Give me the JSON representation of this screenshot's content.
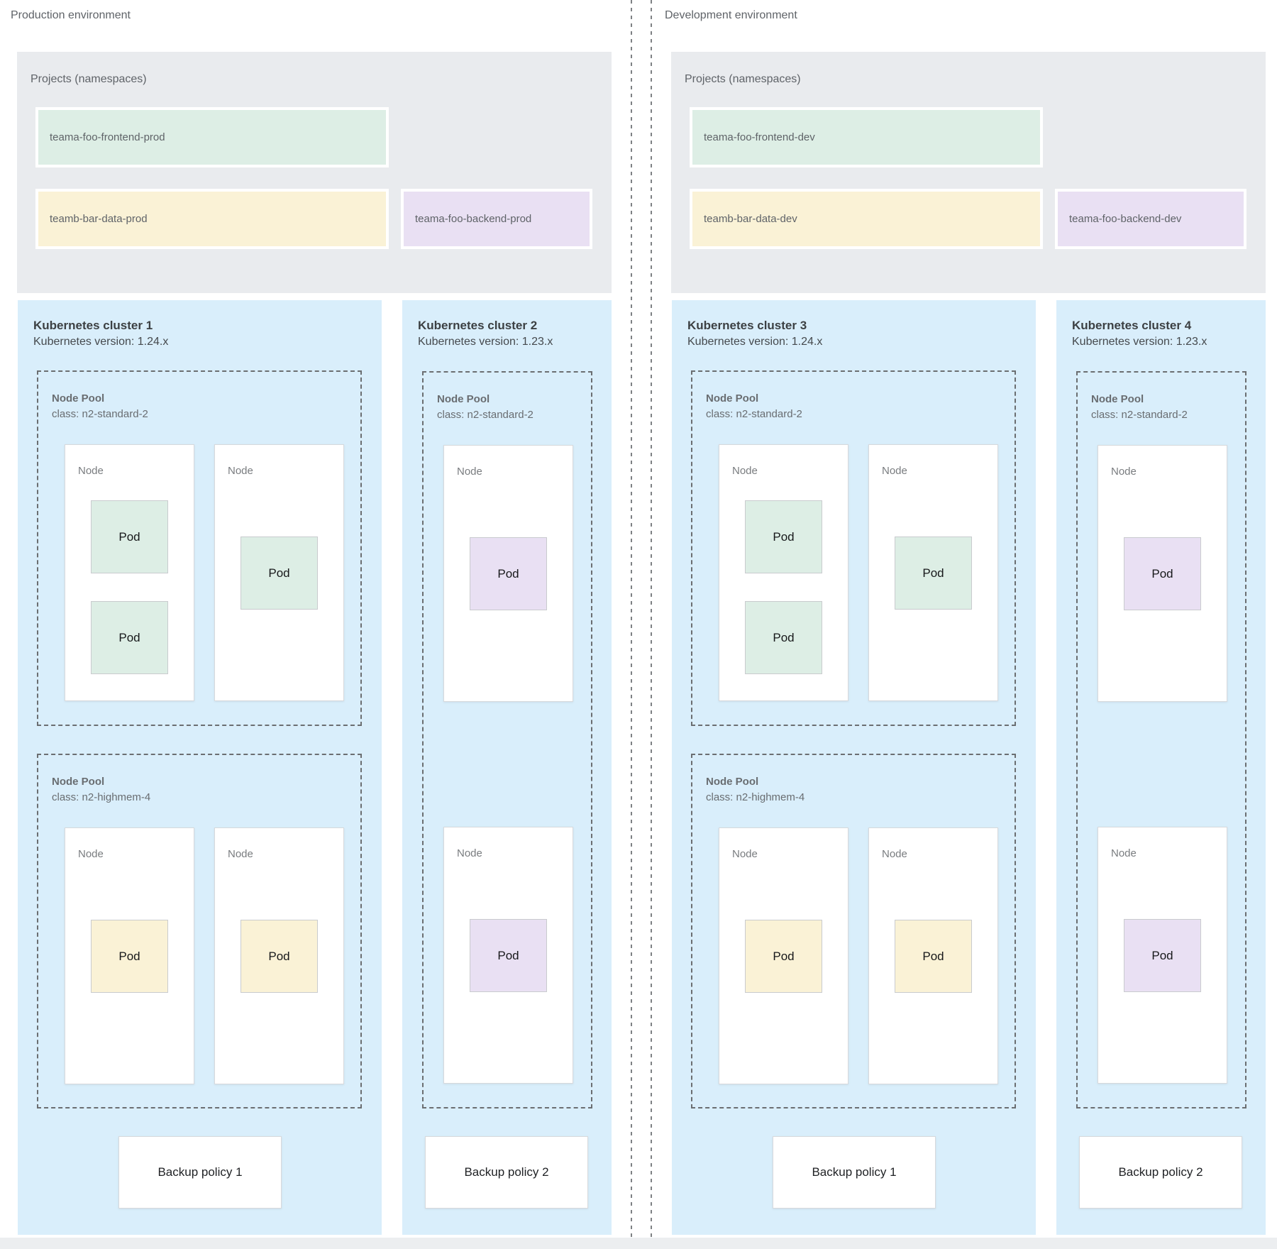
{
  "colors": {
    "cluster_bg": "#d9eefb",
    "projects_bg": "#e9ebee",
    "namespace_green": "#ddeee5",
    "namespace_yellow": "#faf2d6",
    "namespace_purple": "#e9e0f3",
    "footer_strip": "#eceef0"
  },
  "environments": [
    {
      "label": "Production environment",
      "projects": {
        "title": "Projects (namespaces)",
        "namespaces": [
          {
            "name": "teama-foo-frontend-prod",
            "color": "green"
          },
          {
            "name": "teamb-bar-data-prod",
            "color": "yellow"
          },
          {
            "name": "teama-foo-backend-prod",
            "color": "purple"
          }
        ]
      },
      "clusters": [
        {
          "kind": "wide",
          "title": "Kubernetes cluster 1",
          "version": "Kubernetes version: 1.24.x",
          "backup_policy": "Backup policy 1",
          "pools": [
            {
              "title": "Node Pool",
              "class": "class: n2-standard-2",
              "nodes": [
                {
                  "label": "Node",
                  "pods": [
                    {
                      "label": "Pod",
                      "color": "green",
                      "slot": "top"
                    },
                    {
                      "label": "Pod",
                      "color": "green",
                      "slot": "bottom"
                    }
                  ]
                },
                {
                  "label": "Node",
                  "pods": [
                    {
                      "label": "Pod",
                      "color": "green",
                      "slot": "mid"
                    }
                  ]
                }
              ]
            },
            {
              "title": "Node Pool",
              "class": "class: n2-highmem-4",
              "nodes": [
                {
                  "label": "Node",
                  "pods": [
                    {
                      "label": "Pod",
                      "color": "yellow",
                      "slot": "mid"
                    }
                  ]
                },
                {
                  "label": "Node",
                  "pods": [
                    {
                      "label": "Pod",
                      "color": "yellow",
                      "slot": "mid"
                    }
                  ]
                }
              ]
            }
          ]
        },
        {
          "kind": "narrow",
          "title": "Kubernetes cluster 2",
          "version": "Kubernetes version: 1.23.x",
          "backup_policy": "Backup policy 2",
          "pools": [
            {
              "title": "Node Pool",
              "class": "class: n2-standard-2",
              "nodes": [
                {
                  "label": "Node",
                  "pods": [
                    {
                      "label": "Pod",
                      "color": "purple",
                      "slot": "mid"
                    }
                  ]
                },
                {
                  "label": "Node",
                  "pods": [
                    {
                      "label": "Pod",
                      "color": "purple",
                      "slot": "mid"
                    }
                  ]
                }
              ]
            }
          ]
        }
      ]
    },
    {
      "label": "Development environment",
      "projects": {
        "title": "Projects (namespaces)",
        "namespaces": [
          {
            "name": "teama-foo-frontend-dev",
            "color": "green"
          },
          {
            "name": "teamb-bar-data-dev",
            "color": "yellow"
          },
          {
            "name": "teama-foo-backend-dev",
            "color": "purple"
          }
        ]
      },
      "clusters": [
        {
          "kind": "wide",
          "title": "Kubernetes cluster 3",
          "version": "Kubernetes version: 1.24.x",
          "backup_policy": "Backup policy 1",
          "pools": [
            {
              "title": "Node Pool",
              "class": "class: n2-standard-2",
              "nodes": [
                {
                  "label": "Node",
                  "pods": [
                    {
                      "label": "Pod",
                      "color": "green",
                      "slot": "top"
                    },
                    {
                      "label": "Pod",
                      "color": "green",
                      "slot": "bottom"
                    }
                  ]
                },
                {
                  "label": "Node",
                  "pods": [
                    {
                      "label": "Pod",
                      "color": "green",
                      "slot": "mid"
                    }
                  ]
                }
              ]
            },
            {
              "title": "Node Pool",
              "class": "class: n2-highmem-4",
              "nodes": [
                {
                  "label": "Node",
                  "pods": [
                    {
                      "label": "Pod",
                      "color": "yellow",
                      "slot": "mid"
                    }
                  ]
                },
                {
                  "label": "Node",
                  "pods": [
                    {
                      "label": "Pod",
                      "color": "yellow",
                      "slot": "mid"
                    }
                  ]
                }
              ]
            }
          ]
        },
        {
          "kind": "narrow",
          "title": "Kubernetes cluster 4",
          "version": "Kubernetes version: 1.23.x",
          "backup_policy": "Backup policy 2",
          "pools": [
            {
              "title": "Node Pool",
              "class": "class: n2-standard-2",
              "nodes": [
                {
                  "label": "Node",
                  "pods": [
                    {
                      "label": "Pod",
                      "color": "purple",
                      "slot": "mid"
                    }
                  ]
                },
                {
                  "label": "Node",
                  "pods": [
                    {
                      "label": "Pod",
                      "color": "purple",
                      "slot": "mid"
                    }
                  ]
                }
              ]
            }
          ]
        }
      ]
    }
  ]
}
